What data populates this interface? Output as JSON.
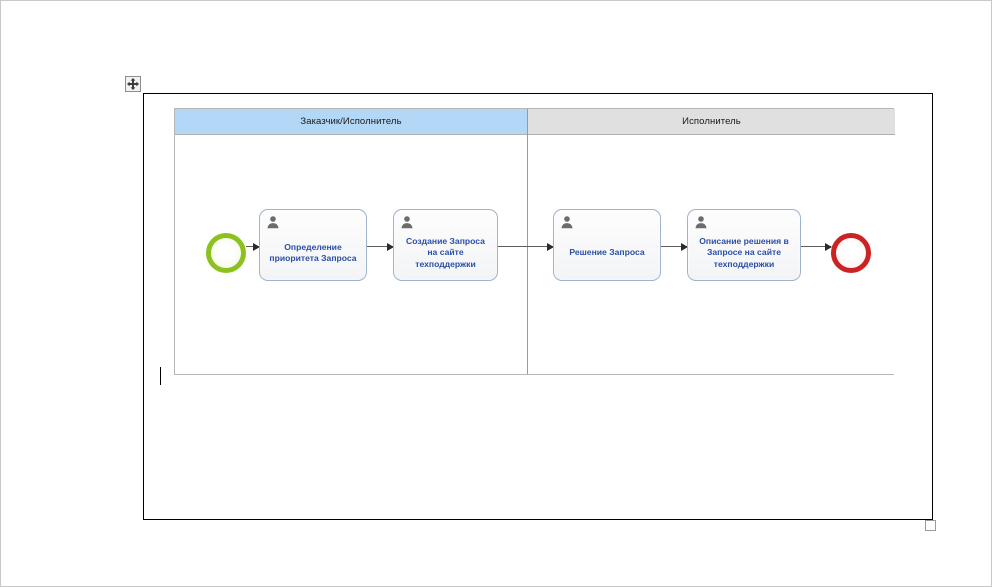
{
  "document": {
    "page_background": "#ffffff",
    "page_border_color": "#c8c8c8"
  },
  "selection": {
    "move_handle_icon": "move-cross-icon",
    "resize_handle_icon": "resize-square-handle",
    "frame_color": "#000000"
  },
  "caret": {
    "visible": true
  },
  "diagram": {
    "type": "bpmn",
    "title": "",
    "pool_border_color": "#b7b7b7",
    "lanes": [
      {
        "id": "customer-performer",
        "label": "Заказчик/Исполнитель",
        "header_color": "#b3d7f7"
      },
      {
        "id": "performer",
        "label": "Исполнитель",
        "header_color": "#e0e0e0"
      }
    ],
    "events": [
      {
        "id": "start",
        "kind": "start-event",
        "label": "",
        "color": "#8cc21e"
      },
      {
        "id": "end",
        "kind": "end-event",
        "label": "",
        "color": "#cc2222"
      }
    ],
    "tasks": [
      {
        "id": "task-1",
        "label": "Определение\nприоритета Запроса",
        "marker": "user-task-icon",
        "lane": "customer-performer",
        "text_color": "#2b4ea8"
      },
      {
        "id": "task-2",
        "label": "Создание Запроса\nна сайте\nтехподдержки",
        "marker": "user-task-icon",
        "lane": "customer-performer",
        "text_color": "#2b4ea8"
      },
      {
        "id": "task-3",
        "label": "Решение Запроса",
        "marker": "user-task-icon",
        "lane": "performer",
        "text_color": "#2b4ea8"
      },
      {
        "id": "task-4",
        "label": "Описание решения в\nЗапросе на сайте\nтехподдержки",
        "marker": "user-task-icon",
        "lane": "performer",
        "text_color": "#2b4ea8"
      }
    ],
    "flows": [
      {
        "id": "flow-1",
        "from": "start",
        "to": "task-1",
        "label": ""
      },
      {
        "id": "flow-2",
        "from": "task-1",
        "to": "task-2",
        "label": ""
      },
      {
        "id": "flow-3",
        "from": "task-2",
        "to": "task-3",
        "label": ""
      },
      {
        "id": "flow-4",
        "from": "task-3",
        "to": "task-4",
        "label": ""
      },
      {
        "id": "flow-5",
        "from": "task-4",
        "to": "end",
        "label": ""
      }
    ]
  }
}
